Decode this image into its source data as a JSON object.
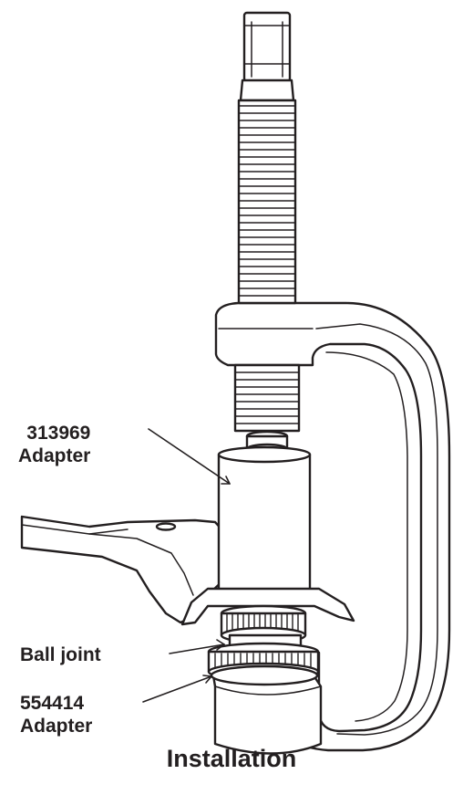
{
  "labels": {
    "adapter_313969": {
      "line1": "313969",
      "line2": "Adapter"
    },
    "ball_joint": "Ball joint",
    "adapter_554414": {
      "line1": "554414",
      "line2": "Adapter"
    }
  },
  "caption": "Installation",
  "colors": {
    "ink": "#231f20",
    "background": "#ffffff"
  }
}
